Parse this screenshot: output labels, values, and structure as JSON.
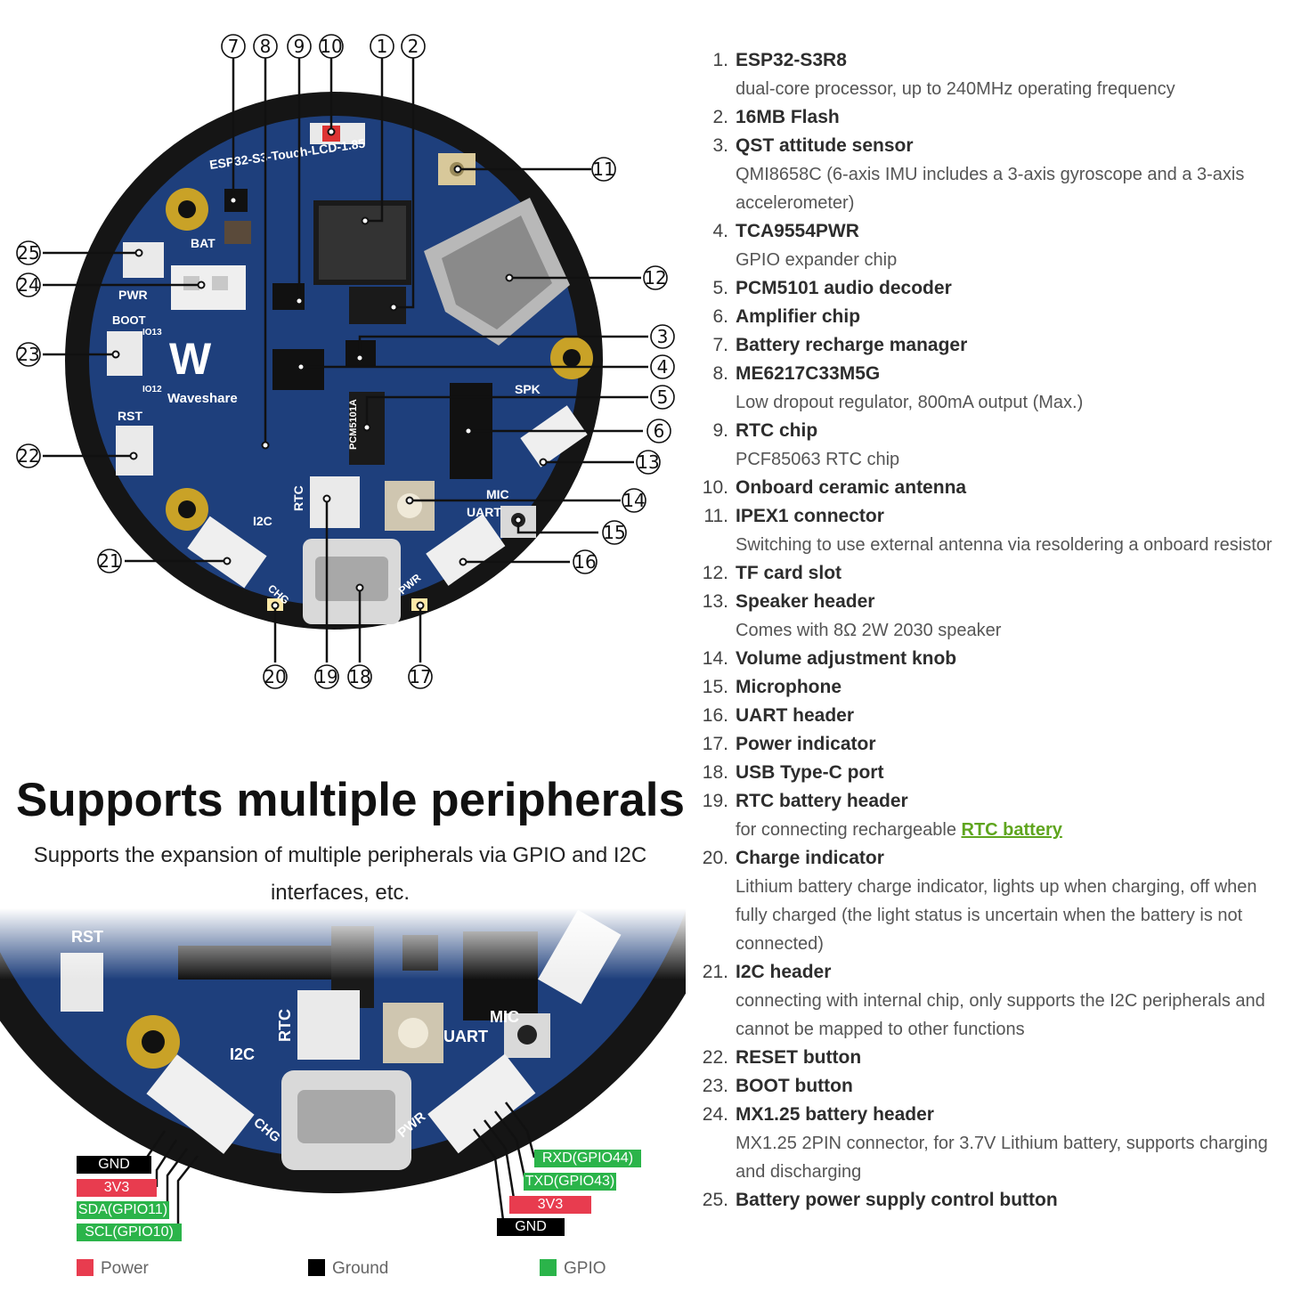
{
  "colors": {
    "pcb_blue": "#1e3f7c",
    "pcb_edge": "#111111",
    "power": "#e83c4f",
    "ground": "#000000",
    "gpio": "#2bb44a",
    "link": "#5fa51e"
  },
  "board_silkscreen": {
    "model": "ESP32-S3-Touch-LCD-1.85",
    "brand": "Waveshare",
    "labels": [
      "BAT",
      "PWR",
      "BOOT",
      "RST",
      "SPK",
      "MIC",
      "UART",
      "I2C",
      "RTC",
      "CHG",
      "PWR",
      "IO13",
      "IO12"
    ]
  },
  "markers": [
    "1",
    "2",
    "3",
    "4",
    "5",
    "6",
    "7",
    "8",
    "9",
    "10",
    "11",
    "12",
    "13",
    "14",
    "15",
    "16",
    "17",
    "18",
    "19",
    "20",
    "21",
    "22",
    "23",
    "24",
    "25"
  ],
  "components": [
    {
      "num": "1.",
      "title": "ESP32-S3R8",
      "desc": [
        "dual-core processor, up to 240MHz operating frequency"
      ]
    },
    {
      "num": "2.",
      "title": "16MB Flash",
      "desc": []
    },
    {
      "num": "3.",
      "title": "QST attitude sensor",
      "desc": [
        "QMI8658C (6-axis IMU includes a 3-axis gyroscope and a 3-axis",
        "accelerometer)"
      ]
    },
    {
      "num": "4.",
      "title": "TCA9554PWR",
      "desc": [
        "GPIO expander chip"
      ]
    },
    {
      "num": "5.",
      "title": "PCM5101 audio decoder",
      "desc": []
    },
    {
      "num": "6.",
      "title": "Amplifier chip",
      "desc": []
    },
    {
      "num": "7.",
      "title": "Battery recharge manager",
      "desc": []
    },
    {
      "num": "8.",
      "title": "ME6217C33M5G",
      "desc": [
        "Low dropout regulator, 800mA output (Max.)"
      ]
    },
    {
      "num": "9.",
      "title": "RTC chip",
      "desc": [
        "PCF85063 RTC chip"
      ]
    },
    {
      "num": "10.",
      "title": "Onboard ceramic antenna",
      "desc": []
    },
    {
      "num": "11.",
      "title": "IPEX1 connector",
      "desc": [
        "Switching to use external antenna via resoldering a onboard resistor"
      ]
    },
    {
      "num": "12.",
      "title": "TF card slot",
      "desc": []
    },
    {
      "num": "13.",
      "title": "Speaker header",
      "desc": [
        "Comes with 8Ω 2W 2030 speaker"
      ]
    },
    {
      "num": "14.",
      "title": "Volume adjustment knob",
      "desc": []
    },
    {
      "num": "15.",
      "title": "Microphone",
      "desc": []
    },
    {
      "num": "16.",
      "title": "UART header",
      "desc": []
    },
    {
      "num": "17.",
      "title": "Power indicator",
      "desc": []
    },
    {
      "num": "18.",
      "title": "USB Type-C port",
      "desc": []
    },
    {
      "num": "19.",
      "title": "RTC battery header",
      "desc": [],
      "desc_prefix": "for connecting rechargeable ",
      "desc_link": "RTC battery"
    },
    {
      "num": "20.",
      "title": "Charge indicator",
      "desc": [
        "Lithium battery charge indicator, lights up when charging, off when",
        "fully charged (the light status is uncertain when the battery is not",
        "connected)"
      ]
    },
    {
      "num": "21.",
      "title": "I2C header",
      "desc": [
        "connecting with internal chip, only supports the I2C peripherals and",
        "cannot be mapped to other functions"
      ]
    },
    {
      "num": "22.",
      "title": "RESET button",
      "desc": []
    },
    {
      "num": "23.",
      "title": "BOOT button",
      "desc": []
    },
    {
      "num": "24.",
      "title": "MX1.25 battery header",
      "desc": [
        "MX1.25 2PIN connector, for 3.7V Lithium battery, supports charging",
        "and discharging"
      ]
    },
    {
      "num": "25.",
      "title": "Battery power supply control button",
      "desc": []
    }
  ],
  "heading": "Supports multiple peripherals",
  "subheading": "Supports the expansion of multiple peripherals via GPIO and I2C interfaces, etc.",
  "pins_left": [
    {
      "label": "GND",
      "kind": "ground"
    },
    {
      "label": "3V3",
      "kind": "power"
    },
    {
      "label": "SDA(GPIO11)",
      "kind": "gpio"
    },
    {
      "label": "SCL(GPIO10)",
      "kind": "gpio"
    }
  ],
  "pins_right": [
    {
      "label": "RXD(GPIO44)",
      "kind": "gpio"
    },
    {
      "label": "TXD(GPIO43)",
      "kind": "gpio"
    },
    {
      "label": "3V3",
      "kind": "power"
    },
    {
      "label": "GND",
      "kind": "ground"
    }
  ],
  "legend": [
    {
      "label": "Power",
      "kind": "power"
    },
    {
      "label": "Ground",
      "kind": "ground"
    },
    {
      "label": "GPIO",
      "kind": "gpio"
    }
  ]
}
